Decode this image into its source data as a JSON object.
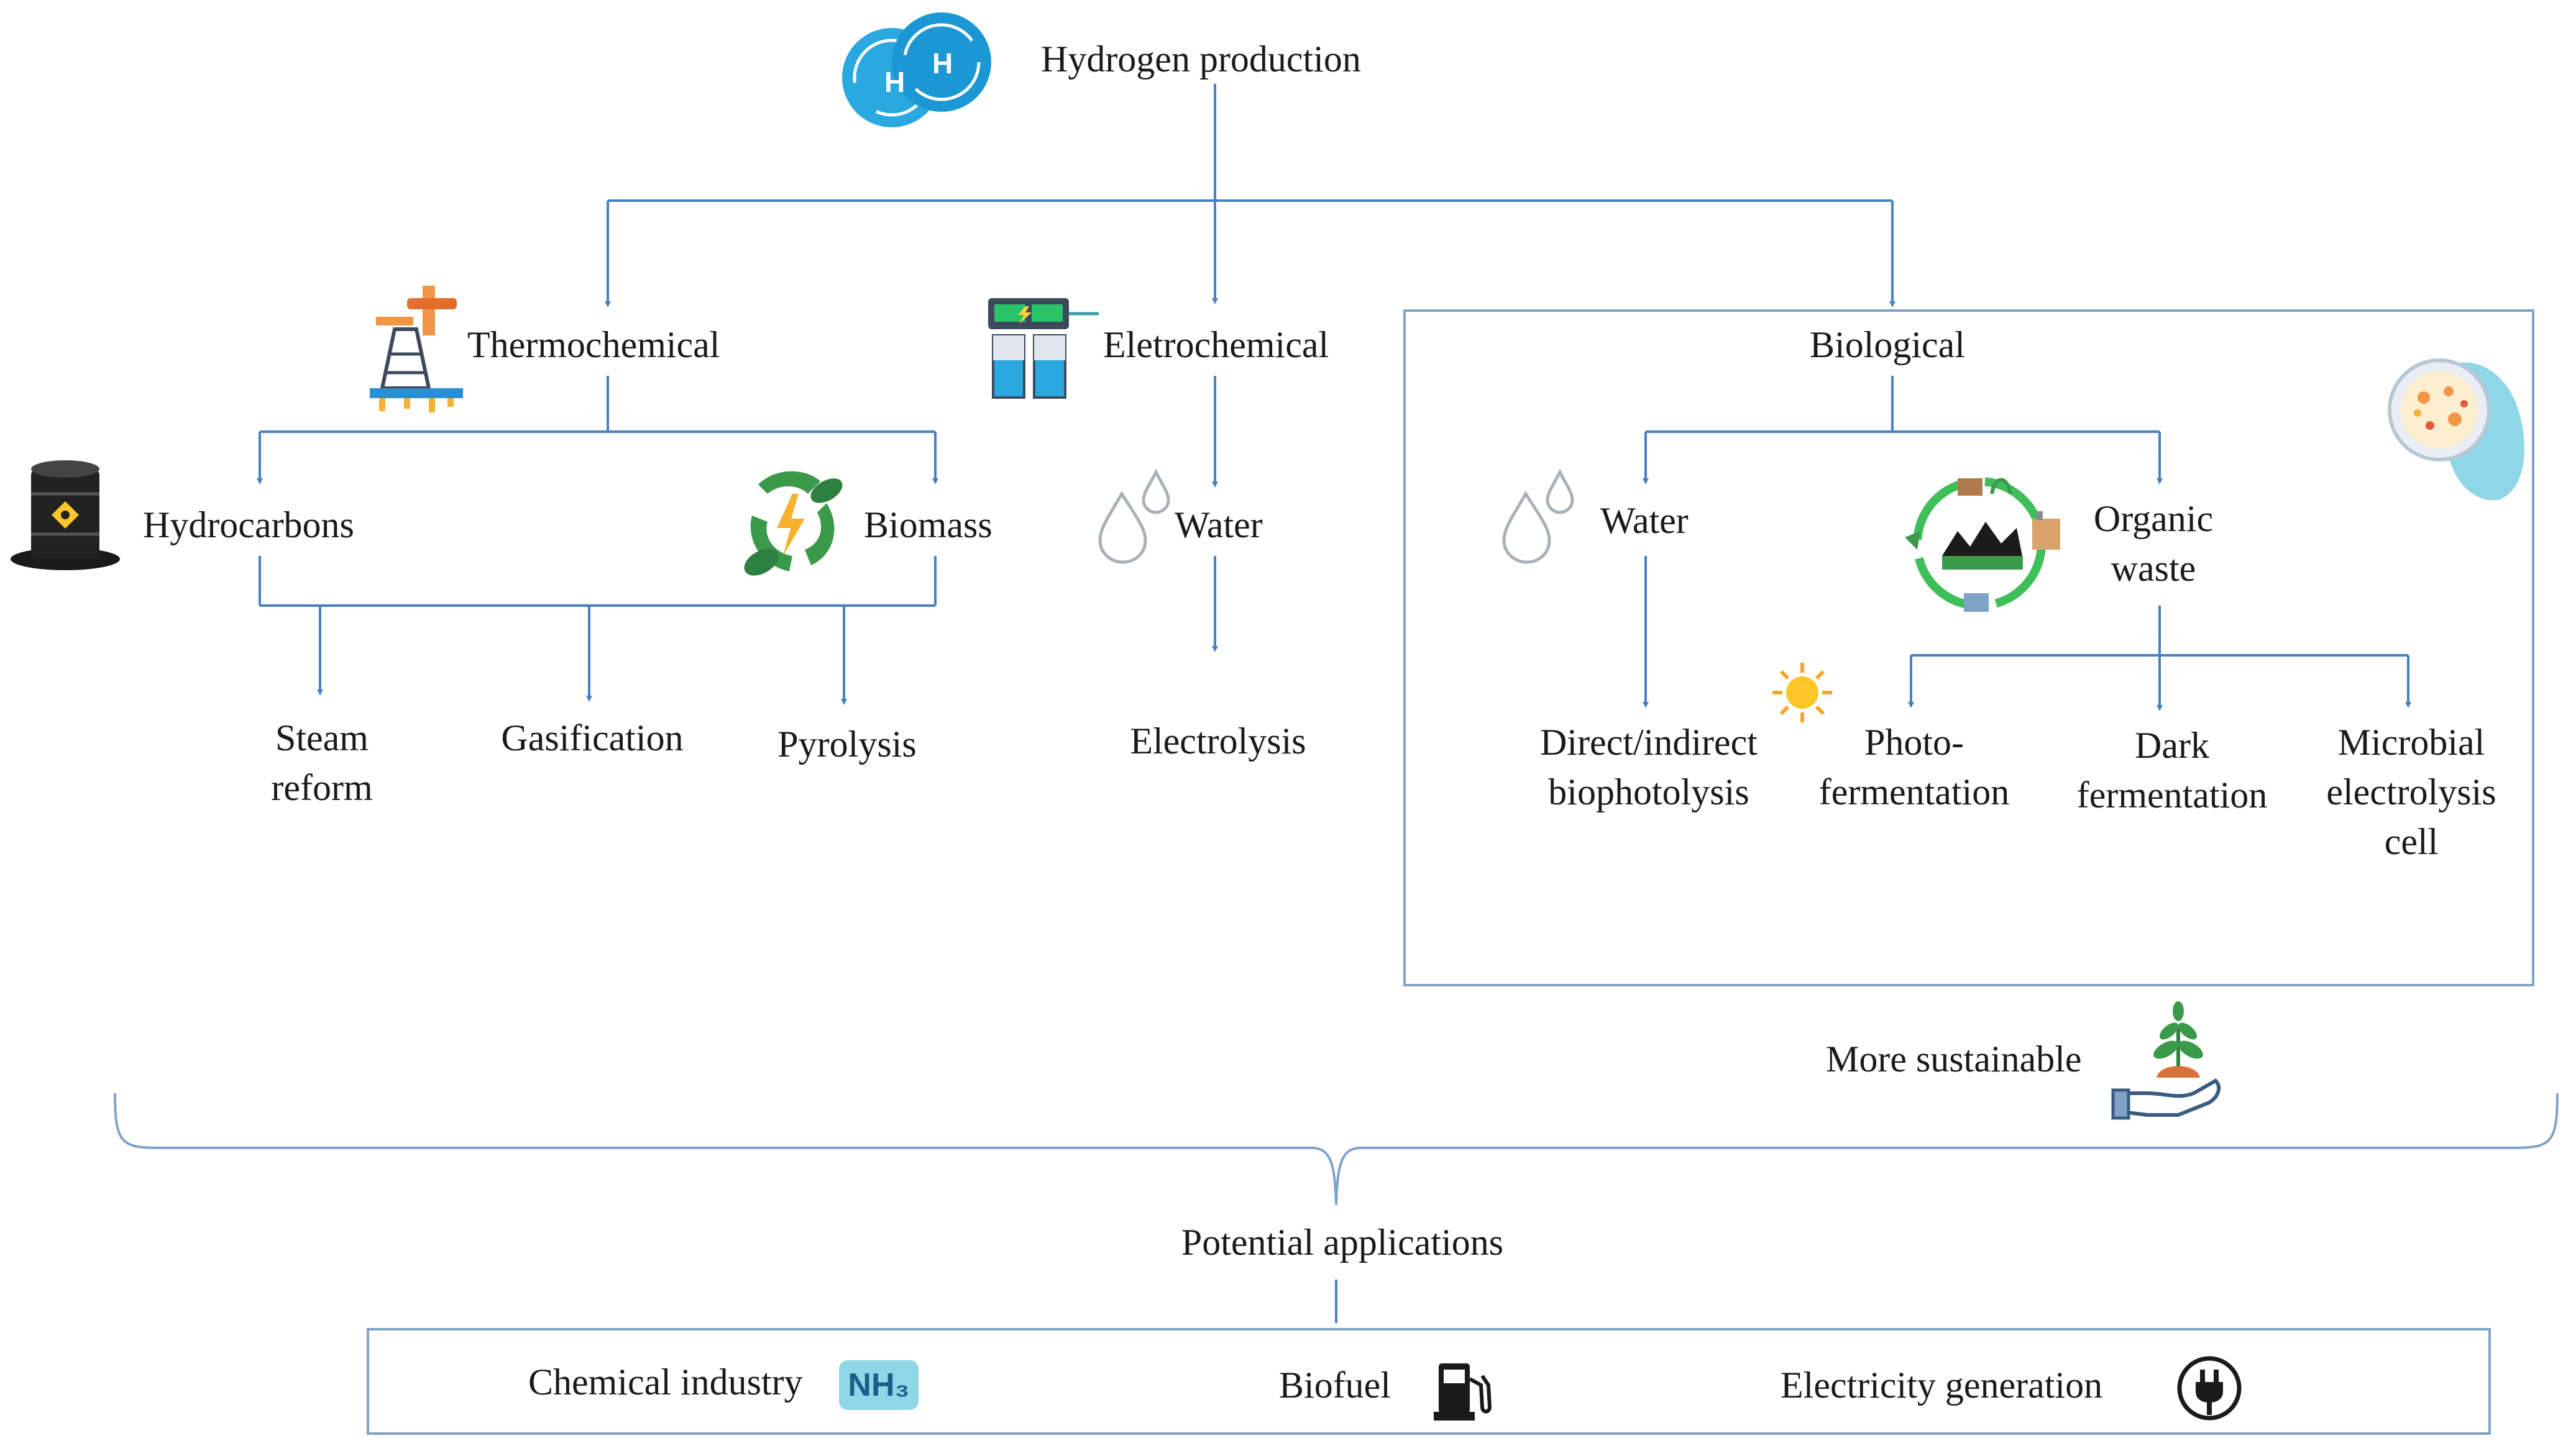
{
  "title": "Hydrogen production",
  "categories": {
    "thermochemical": "Thermochemical",
    "electrochemical": "Eletrochemical",
    "biological": "Biological"
  },
  "thermochemical": {
    "hydrocarbons": "Hydrocarbons",
    "biomass": "Biomass",
    "processes": [
      "Steam\nreform",
      "Gasification",
      "Pyrolysis"
    ]
  },
  "electrochemical": {
    "source": "Water",
    "process": "Electrolysis"
  },
  "biological": {
    "water": "Water",
    "organic_waste": "Organic\nwaste",
    "processes": [
      "Direct/indirect\nbiophotolysis",
      "Photo-\nfermentation",
      "Dark\nfermentation",
      "Microbial\nelectrolysis\ncell"
    ]
  },
  "sustainability": "More sustainable",
  "applications": {
    "heading": "Potential applications",
    "items": [
      "Chemical industry",
      "Biofuel",
      "Electricity generation"
    ],
    "nh3_label": "NH₃"
  },
  "icons": {
    "hydrogen": "hydrogen-molecule-icon",
    "thermochemical": "oil-pump-icon",
    "electrochemical": "electrolyzer-icon",
    "hydrocarbons": "oil-barrel-icon",
    "biomass": "biomass-energy-icon",
    "water": "water-drops-icon",
    "organic_waste": "organic-waste-cycle-icon",
    "sun": "sun-icon",
    "petri": "petri-dish-hand-icon",
    "sustainable": "hand-plant-icon",
    "nh3": "ammonia-icon",
    "fuel": "fuel-pump-icon",
    "electricity": "power-plug-icon"
  },
  "colors": {
    "connector": "#4a7fc1",
    "box_border": "#7fa3c9",
    "hydrogen_blue": "#2aa8e0",
    "leaf_green": "#3a9a4a",
    "sun_orange": "#f5a623"
  }
}
